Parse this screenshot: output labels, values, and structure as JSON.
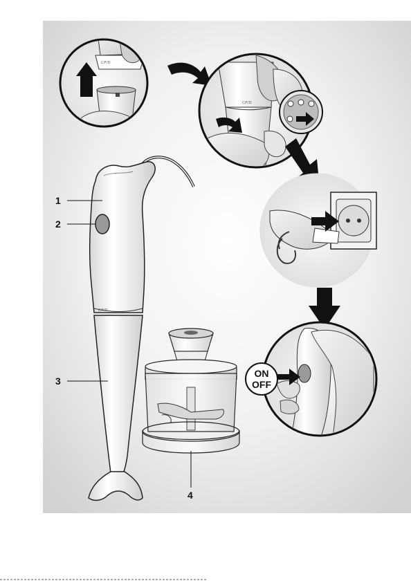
{
  "figure": {
    "callouts": [
      {
        "number": "1"
      },
      {
        "number": "2"
      },
      {
        "number": "3"
      },
      {
        "number": "4"
      }
    ],
    "switch_badge": {
      "line1": "ON",
      "line2": "OFF"
    },
    "collar_marking": "C/F/D"
  },
  "colors": {
    "background_panel": "#e6e6e6",
    "appliance_body": "#ffffff",
    "outline": "#1a1a1a",
    "button": "#9a9a9a",
    "arrow": "#111111"
  },
  "icons": [
    "up-arrow-icon",
    "curved-arrow-icon",
    "down-arrow-icon",
    "twist-lock-arrow-icon",
    "plug-in-arrow-icon",
    "press-button-arrow-icon"
  ]
}
